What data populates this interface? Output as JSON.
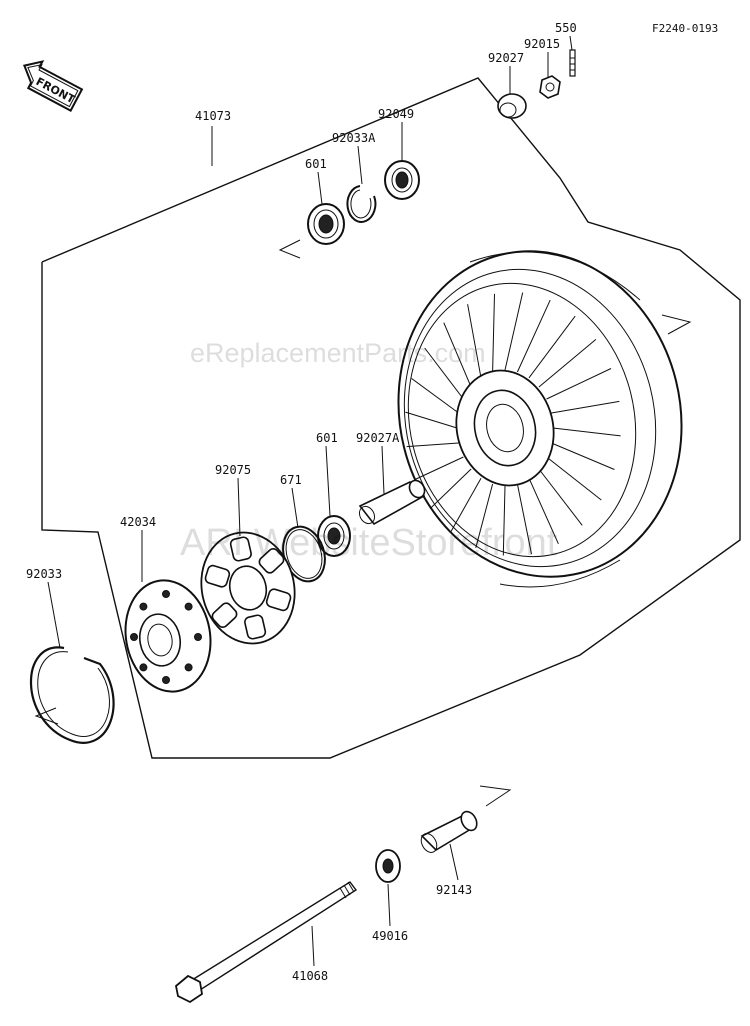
{
  "figure_code": "F2240-0193",
  "front_label": "FRONT",
  "watermarks": [
    "eReplacementParts.com",
    "ARI WebsiteStorefront"
  ],
  "parts": [
    {
      "id": "p41073",
      "number": "41073"
    },
    {
      "id": "p92027",
      "number": "92027"
    },
    {
      "id": "p92015",
      "number": "92015"
    },
    {
      "id": "p550",
      "number": "550"
    },
    {
      "id": "p92049",
      "number": "92049"
    },
    {
      "id": "p92033a",
      "number": "92033A"
    },
    {
      "id": "p601a",
      "number": "601"
    },
    {
      "id": "p92027a",
      "number": "92027A"
    },
    {
      "id": "p601b",
      "number": "601"
    },
    {
      "id": "p671",
      "number": "671"
    },
    {
      "id": "p92075",
      "number": "92075"
    },
    {
      "id": "p42034",
      "number": "42034"
    },
    {
      "id": "p92033",
      "number": "92033"
    },
    {
      "id": "p92143",
      "number": "92143"
    },
    {
      "id": "p49016",
      "number": "49016"
    },
    {
      "id": "p41068",
      "number": "41068"
    }
  ]
}
